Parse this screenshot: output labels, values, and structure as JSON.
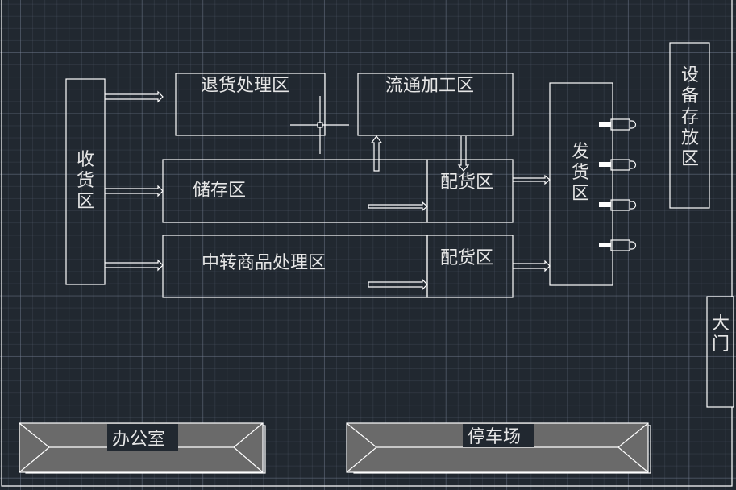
{
  "diagram": {
    "title": "仓库平面布局图",
    "background_color": "#212830",
    "line_color": "#ffffff",
    "text_color": "#e6e6e6",
    "facility_fill": "#6a6a6a",
    "zones": {
      "receiving": "收货区",
      "returns": "退货处理区",
      "processing": "流通加工区",
      "storage": "储存区",
      "transfer": "中转商品处理区",
      "distribution_1": "配货区",
      "distribution_2": "配货区",
      "shipping": "发货区",
      "equipment": "设备存放区",
      "gate": "大门",
      "office": "办公室",
      "parking": "停车场"
    },
    "flows": [
      {
        "from": "收货区",
        "to": "退货处理区"
      },
      {
        "from": "收货区",
        "to": "储存区"
      },
      {
        "from": "收货区",
        "to": "中转商品处理区"
      },
      {
        "from": "储存区",
        "to": "流通加工区"
      },
      {
        "from": "流通加工区",
        "to": "配货区"
      },
      {
        "from": "储存区",
        "to": "配货区"
      },
      {
        "from": "中转商品处理区",
        "to": "配货区"
      },
      {
        "from": "配货区",
        "to": "发货区"
      },
      {
        "from": "配货区",
        "to": "发货区"
      }
    ],
    "loading_docks": 4
  }
}
